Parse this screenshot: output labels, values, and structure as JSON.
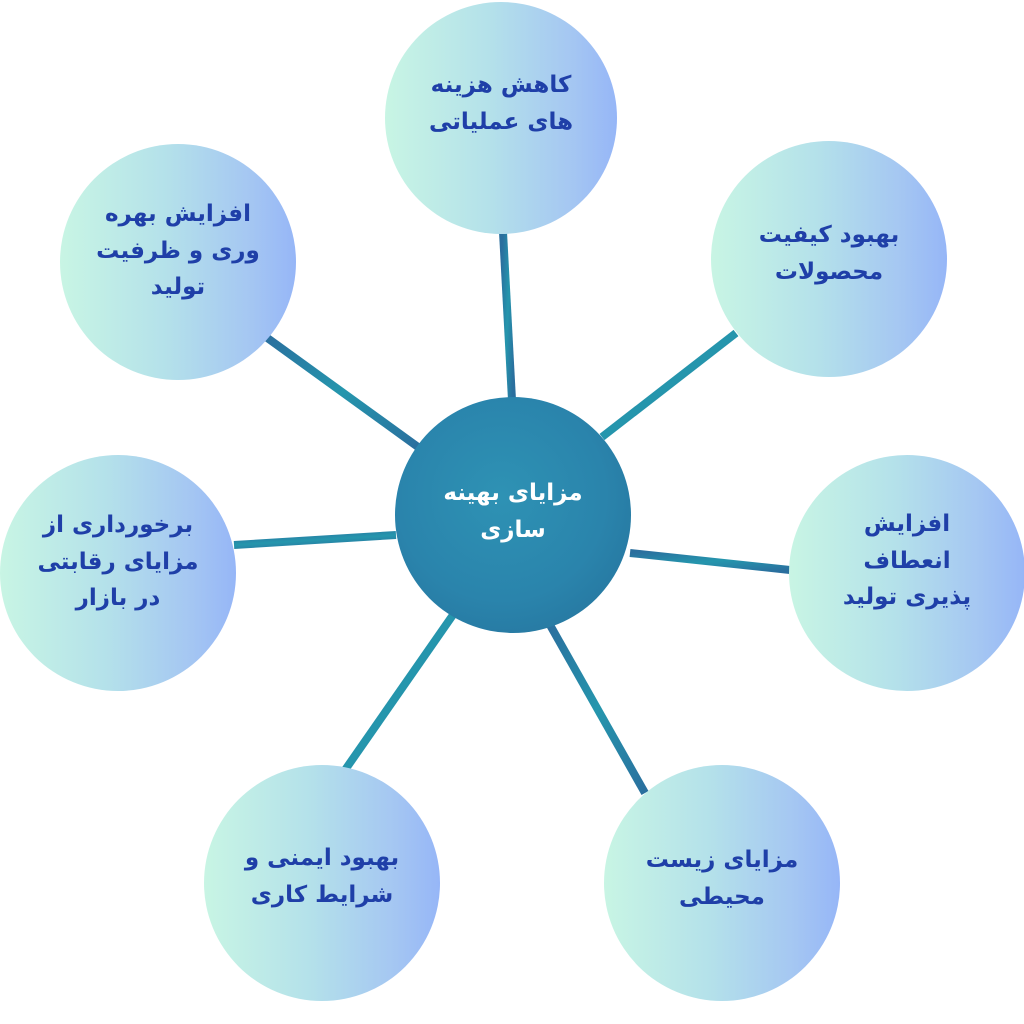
{
  "diagram": {
    "type": "hub-and-spoke",
    "colors": {
      "background": "#ffffff",
      "center_fill": "#2a84ac",
      "center_text": "#ffffff",
      "outer_fill_start": "#c8f5e4",
      "outer_fill_end": "#96b6f7",
      "outer_text": "#1f3fa8",
      "connector": "#2a7aa6"
    },
    "center": {
      "label": "مزایای بهینه\nسازی"
    },
    "nodes": [
      {
        "id": "top",
        "label": "کاهش هزینه\nهای عملیاتی"
      },
      {
        "id": "top-right",
        "label": "بهبود کیفیت\nمحصولات"
      },
      {
        "id": "right",
        "label": "افزایش انعطاف\nپذیری تولید"
      },
      {
        "id": "bottom-right",
        "label": "مزایای زیست\nمحیطی"
      },
      {
        "id": "bottom-left",
        "label": "بهبود ایمنی و\nشرایط کاری"
      },
      {
        "id": "left",
        "label": "برخورداری از\nمزایای رقابتی\nدر بازار"
      },
      {
        "id": "top-left",
        "label": "افزایش بهره\nوری و ظرفیت\nتولید"
      }
    ]
  }
}
